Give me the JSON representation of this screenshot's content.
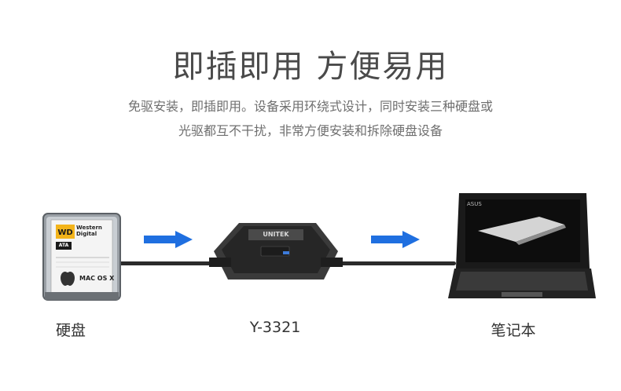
{
  "headline": "即插即用 方便易用",
  "description": [
    "免驱安装，即插即用。设备采用环绕式设计，同时安装三种硬盘或",
    "光驱都互不干扰，非常方便安装和拆除硬盘设备"
  ],
  "devices": {
    "hdd": {
      "label": "硬盘",
      "brand": "Western Digital",
      "badge": "ATA",
      "os": "MAC OS X"
    },
    "adapter": {
      "label": "Y-3321",
      "brand": "UNITEK"
    },
    "laptop": {
      "label": "笔记本",
      "brand": "ASUS"
    }
  },
  "colors": {
    "arrow": "#1f6fe0",
    "cable": "#2b2b2b",
    "headline": "#4a4a4a",
    "body_text": "#6f6f6f"
  },
  "icons": [
    "right-arrow-icon",
    "right-arrow-icon",
    "apple-icon"
  ]
}
